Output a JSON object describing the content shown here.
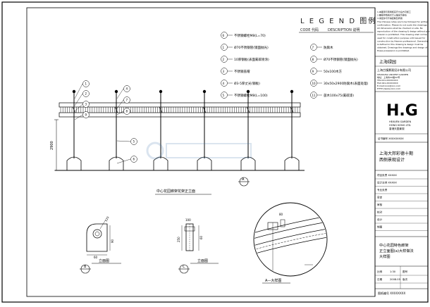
{
  "legend": {
    "title": "L E G E N D 图例",
    "code_header": "CODE 代码",
    "desc_header": "DESCRIPTION 说明",
    "items": [
      {
        "code": "6",
        "text": "不锈钢螺栓M8(L=70)"
      },
      {
        "code": "1",
        "text": "Ø70不锈钢管(镜面抛光)"
      },
      {
        "code": "7",
        "text": "防腐木"
      },
      {
        "code": "2",
        "text": "10厚钢板(表面氟碳喷涂)"
      },
      {
        "code": "8",
        "text": "Ø70不锈钢管(镜面抛光)"
      },
      {
        "code": "3",
        "text": "不锈钢盖帽"
      },
      {
        "code": "9",
        "text": "50x100木方"
      },
      {
        "code": "4",
        "text": "Ø3-5厚丈光(钢板)"
      },
      {
        "code": "10",
        "text": "30x50x2900防腐木(表面处理)"
      },
      {
        "code": "5",
        "text": "不锈钢螺栓M8(L=100)"
      },
      {
        "code": "11",
        "text": "菠木100x75(氟碳漆)"
      }
    ]
  },
  "elevation": {
    "dim_height": "2900",
    "caption": "中心花园廊架花架正立面",
    "section_label": "A",
    "callouts": [
      "1",
      "2",
      "3",
      "4",
      "5",
      "6",
      "7",
      "8",
      "9"
    ]
  },
  "details": {
    "detail_b": {
      "label": "B",
      "caption": "立面图"
    },
    "detail_c": {
      "label": "C",
      "caption": "立面图"
    },
    "detail_a": {
      "label": "A",
      "caption": "A—大样图"
    },
    "dims": [
      "120",
      "90",
      "60",
      "60",
      "250",
      "100",
      "80"
    ]
  },
  "title_block": {
    "notes": [
      "1.本图须与现场核实尺寸后方可施工",
      "2.图纸中所有尺寸以毫米为单位",
      "3.未经许可不得复制及转用",
      "The Chinese notes are to be followed for written",
      "confirmation. Please do not scale the drawings.",
      "All dimensions shall be checked on site. No",
      "reproduction of the drawing & design without per-",
      "mission is prohibited. This drawing shall not be",
      "used for construction purpose until issued for",
      "construction by Heaven professional. Ownership",
      "is defined in this drawing & design must be",
      "obtained. Drawings the drawings and design of",
      "these possession is prohibited."
    ],
    "client_label": "上海绿园",
    "company_cn": "上海古镇景观设计有限公司",
    "company_lines": [
      "SHANGHAI ANCIENT GARDEN",
      "地址：上海市XX路XX号",
      "TEL:021-XXXXXXXX",
      "FAX:021-XXXXXXXX",
      "E-mail:xxxx@xxx.com",
      "HTTP://www.xxxx.com"
    ],
    "logo_text": "H.G",
    "brand_lines": [
      "HEAVEN GARDEN",
      "HONG KONG LTD.",
      "香港天园景观"
    ],
    "cert_line": "证书编号 XXXXXXXXX",
    "project": [
      "上海大邦彩德十期",
      "西侧景观设计"
    ],
    "signoffs": [
      "项目负责 XXXXX",
      "设计主持 XXXXX",
      "专业负责",
      "审定",
      "审核",
      "校对",
      "设计",
      "制图"
    ],
    "drawing_title": [
      "中心花园特色廊架",
      "正立面图(a)大样做法",
      "大样图"
    ],
    "meta_rows": [
      [
        "比例",
        "1:30",
        "图号",
        ""
      ],
      [
        "日期",
        "2008.05",
        "版次",
        ""
      ]
    ],
    "sheet_no": "图纸编号 XXXXXXXX"
  }
}
